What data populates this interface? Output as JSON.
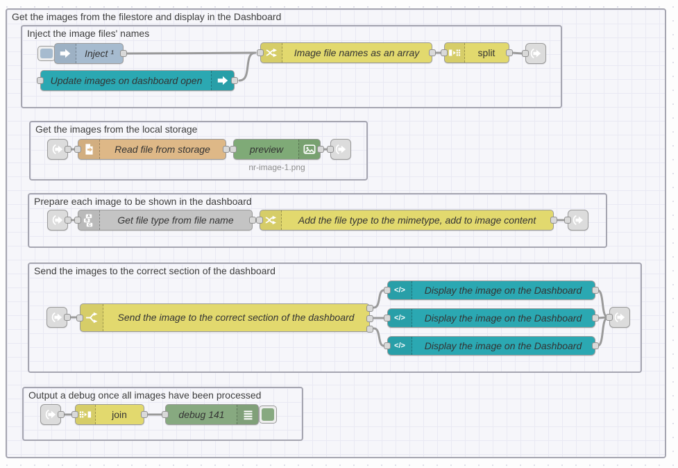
{
  "app": {
    "name": "node-red-flow-editor"
  },
  "groups": {
    "outer": {
      "label": "Get the images from the filestore and display in the Dashboard"
    },
    "inject": {
      "label": "Inject the image files' names"
    },
    "storage": {
      "label": "Get the images from the local storage"
    },
    "prepare": {
      "label": "Prepare each image to be shown in the dashboard"
    },
    "send": {
      "label": "Send the images to the correct section of the dashboard"
    },
    "output": {
      "label": "Output a debug once all images have been processed"
    }
  },
  "nodes": {
    "inject": {
      "label": "Inject ¹",
      "type": "inject"
    },
    "dashboard_open": {
      "label": "Update images on dashboard open",
      "type": "ui-control"
    },
    "filenames": {
      "label": "Image file names as an array",
      "type": "change"
    },
    "split": {
      "label": "split",
      "type": "split"
    },
    "read_file": {
      "label": "Read file from storage",
      "type": "file-in"
    },
    "preview": {
      "label": "preview",
      "status": "nr-image-1.png",
      "type": "image-preview"
    },
    "get_file_type": {
      "label": "Get file type from file name",
      "type": "string"
    },
    "add_mimetype": {
      "label": "Add the file type to the mimetype, add to image content",
      "type": "change"
    },
    "route_switch": {
      "label": "Send the image to the correct section of the dashboard",
      "type": "switch"
    },
    "display1": {
      "label": "Display the image on the Dashboard",
      "type": "ui-template"
    },
    "display2": {
      "label": "Display the image on the Dashboard",
      "type": "ui-template"
    },
    "display3": {
      "label": "Display the image on the Dashboard",
      "type": "ui-template"
    },
    "join": {
      "label": "join",
      "type": "join"
    },
    "debug": {
      "label": "debug 141",
      "type": "debug"
    }
  },
  "icons": {
    "code_glyph": "</>",
    "inject_icon": "arrow-right-icon",
    "change_icon": "shuffle-arrows-icon",
    "split_icon": "split-icon",
    "join_icon": "join-icon",
    "file_icon": "file-in-icon",
    "image_icon": "image-icon",
    "string_icon": "abc-icon",
    "switch_icon": "fork-icon",
    "debug_icon": "list-lines-icon",
    "link_icon": "link-arrow-icon"
  },
  "colors": {
    "inject_blue": "#a6bbcf",
    "function_yellow": "#e2d96e",
    "dashboard_teal": "#2ba8b2",
    "file_orange": "#deb887",
    "debug_green": "#87a980",
    "preview_green": "#7faa77",
    "gray_node": "#c4c4c4",
    "link_gray": "#dcdcdc",
    "wire_gray": "#9a9a9a",
    "group_fill": "#f6f6fa",
    "group_border": "#a5a5b0"
  }
}
